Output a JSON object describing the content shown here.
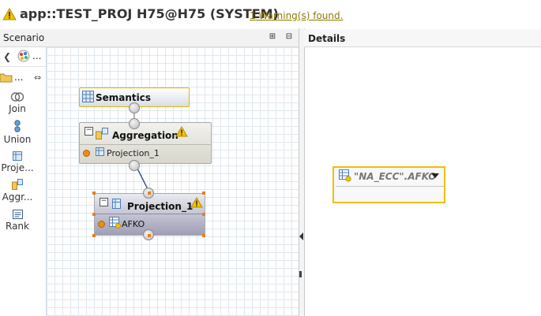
{
  "header": {
    "title": "app::TEST_PROJ H75@H75 (SYSTEM)",
    "warning_link": "1 Warning(s) found."
  },
  "scenario": {
    "label": "Scenario",
    "palette": {
      "top_more": "...",
      "folder_more": "...",
      "tools": [
        {
          "label": "Join",
          "icon": "join-icon"
        },
        {
          "label": "Union",
          "icon": "union-icon"
        },
        {
          "label": "Proje...",
          "icon": "projection-icon"
        },
        {
          "label": "Aggr...",
          "icon": "aggregation-icon"
        },
        {
          "label": "Rank",
          "icon": "rank-icon"
        }
      ]
    },
    "nodes": {
      "semantics": {
        "title": "Semantics"
      },
      "aggregation": {
        "title": "Aggregation",
        "input": "Projection_1",
        "has_warning": true
      },
      "projection": {
        "title": "Projection_1",
        "input": "AFKO",
        "has_warning": true
      }
    }
  },
  "details": {
    "label": "Details",
    "datasource": "\"NA_ECC\".AFKO"
  },
  "colors": {
    "warning": "#f2c200",
    "selection": "#e67e22",
    "link": "#8a7a00"
  }
}
